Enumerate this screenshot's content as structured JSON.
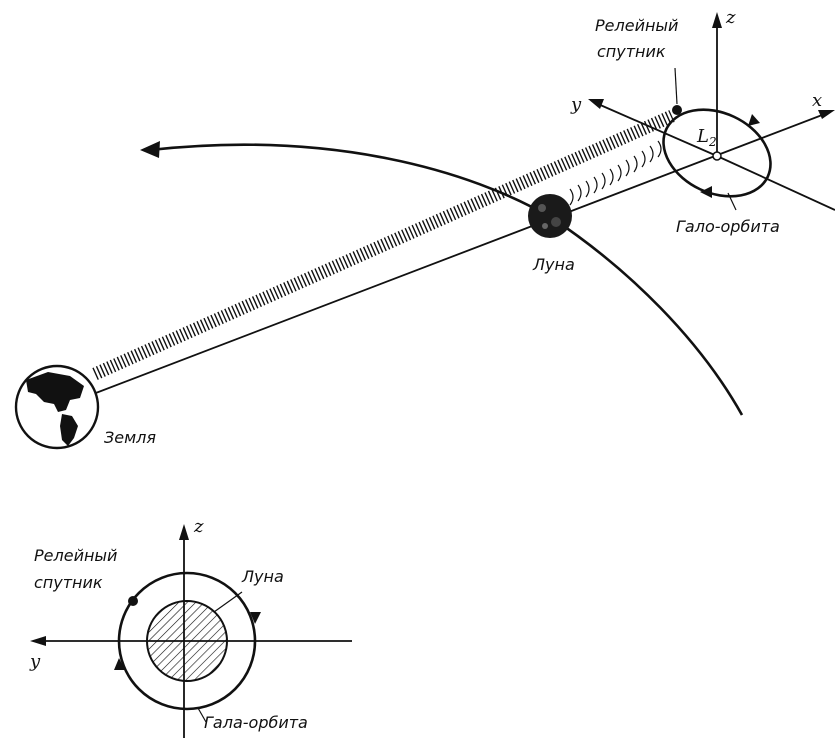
{
  "top_diagram": {
    "relay_satellite_label_line1": "Релейный",
    "relay_satellite_label_line2": "спутник",
    "axis_z": "z",
    "axis_y": "y",
    "axis_x": "x",
    "l2_label_main": "L",
    "l2_label_sub": "2",
    "halo_orbit_label": "Гало-орбита",
    "moon_label": "Луна",
    "earth_label": "Земля"
  },
  "bottom_diagram": {
    "relay_satellite_label_line1": "Релейный",
    "relay_satellite_label_line2": "спутник",
    "axis_z": "z",
    "axis_y": "y",
    "moon_label": "Луна",
    "halo_orbit_label": "Гала-орбита"
  }
}
